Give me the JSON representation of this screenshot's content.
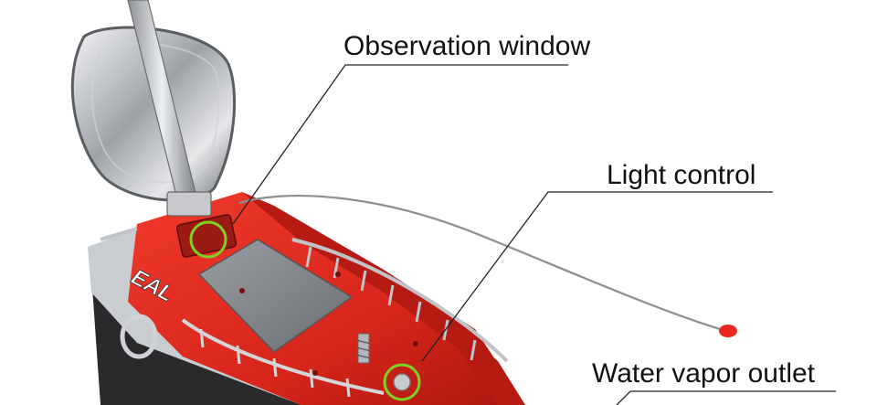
{
  "callouts": {
    "observation_window": "Observation window",
    "light_control": "Light control",
    "water_vapor_outlet": "Water vapor outlet"
  },
  "boat_decal": "EAL",
  "colors": {
    "hull_red": "#d9261c",
    "hull_dark": "#8e1410",
    "steel": "#b9bcc0",
    "highlight_circle": "#7ed321",
    "leader_line": "#222222"
  }
}
